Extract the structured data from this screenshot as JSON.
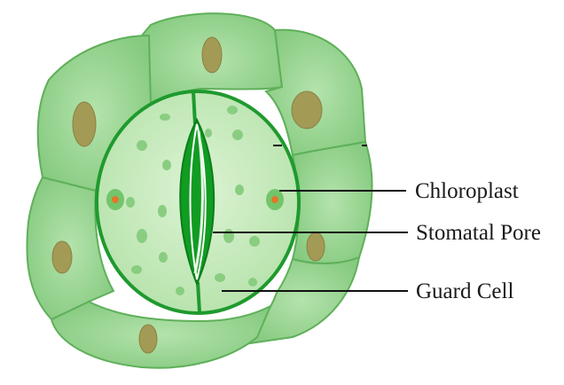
{
  "diagram": {
    "labels": {
      "chloroplast": "Chloroplast",
      "stomatal_pore": "Stomatal Pore",
      "guard_cell": "Guard Cell"
    }
  },
  "colors": {
    "epidermal_cell_fill": "#8fd18a",
    "epidermal_cell_edge": "#5fb05a",
    "guard_cell_fill": "#c7ecbf",
    "guard_outline": "#1f9a2e",
    "pore_fill": "#119c22",
    "nucleus": "#a39a55",
    "chloroplast": "#86cc7e",
    "leader_line": "#111111"
  }
}
